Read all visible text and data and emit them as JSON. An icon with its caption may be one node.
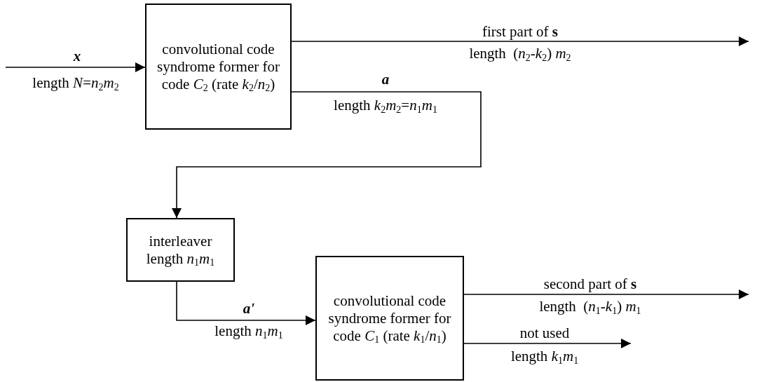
{
  "diagram": {
    "nodes": [
      {
        "text": [
          "convolutional code syndrome former for code *C*$_{2}$ (rate *k*$_{2}$/*n*$_{2}$)"
        ]
      },
      {
        "text": [
          "interleaver length *n*$_{1}$*m*$_{1}$"
        ]
      },
      {
        "text": [
          "convolutional code syndrome former for code *C*$_{1}$ (rate *k*$_{1}$/*n*$_{1}$)"
        ]
      }
    ],
    "edges": [
      {
        "from": null,
        "to": 0,
        "arrow": "to",
        "label": "x"
      },
      {
        "from": 0,
        "to": null,
        "arrow": "to",
        "label": "first part of **s**"
      },
      {
        "from": 0,
        "to": 1,
        "arrow": "to",
        "label": "a"
      },
      {
        "from": 1,
        "to": 2,
        "arrow": "to",
        "label": "a'"
      },
      {
        "from": 2,
        "to": null,
        "arrow": "to",
        "label": "second part of **s**"
      },
      {
        "from": 2,
        "to": null,
        "arrow": "to",
        "label": "not used"
      }
    ],
    "labels": [
      "length *N*=*n*$_{2}$*m*$_{2}$",
      "length  (*n*$_{2}$-*k*$_{2}$) *m*$_{2}$",
      "length *k*$_{2}$*m*$_{2}$=*n*$_{1}$*m*$_{1}$",
      "length *n*$_{1}$*m*$_{1}$",
      "length  (*n*$_{1}$-*k*$_{1}$) *m*$_{1}$",
      "length *k*$_{1}$*m*$_{1}$"
    ]
  }
}
